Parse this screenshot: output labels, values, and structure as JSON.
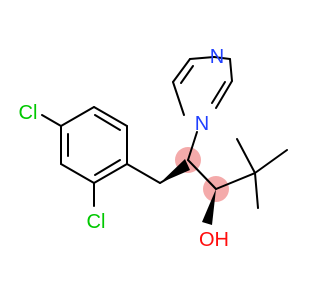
{
  "molecule": {
    "labels": {
      "cl_ring_para": "Cl",
      "cl_ring_ortho": "Cl",
      "hydroxyl": "OH",
      "triazole_n_top": "N",
      "triazole_n_bottom": "N"
    }
  },
  "colors": {
    "bond": "#000000",
    "chlorine": "#00c800",
    "oxygen": "#ff0d0d",
    "nitrogen": "#2040ff",
    "stereo_highlight": "#f4aaaa"
  }
}
